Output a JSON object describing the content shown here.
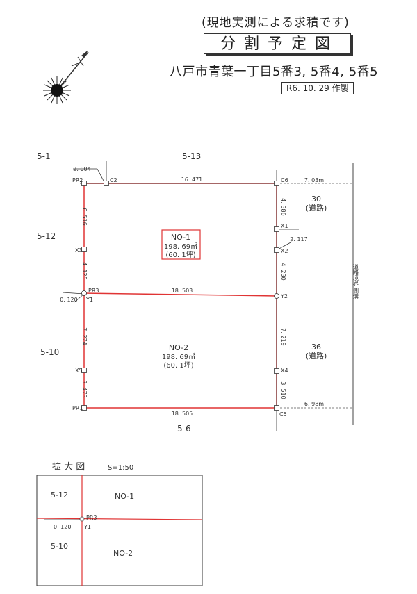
{
  "header": {
    "subtitle": "(現地実測による求積です)",
    "title": "分割予定図",
    "address": "八戸市青葉一丁目5番3, 5番4, 5番5",
    "date": "R6. 10. 29 作製"
  },
  "neighbors": {
    "nw": "5-1",
    "north": "5-13",
    "west_upper": "5-12",
    "west_lower": "5-10",
    "south": "5-6",
    "east_upper_num": "30",
    "east_upper_type": "(道路)",
    "east_lower_num": "36",
    "east_lower_type": "(道路)",
    "road_note": "道路境界 側溝"
  },
  "lots": {
    "no1": {
      "name": "NO-1",
      "area": "198. 69㎡",
      "tsubo": "(60. 1坪)"
    },
    "no2": {
      "name": "NO-2",
      "area": "198. 69㎡",
      "tsubo": "(60. 1坪)"
    }
  },
  "points": {
    "pr1": "PR1",
    "pr2": "PR2",
    "pr3": "PR3",
    "c2": "C2",
    "c5": "C5",
    "c6": "C6",
    "x1": "X1",
    "x2": "X2",
    "x3": "X3",
    "x4": "X4",
    "x5": "X5",
    "y1": "Y1",
    "y2": "Y2"
  },
  "dimensions": {
    "d_2004": "2. 004",
    "top": "16. 471",
    "road_top": "7. 03m",
    "left_upper": "6. 516",
    "left_mid": "4. 125",
    "right_top": "4. 386",
    "d_2117": "2. 117",
    "right_mid": "4. 230",
    "middle": "18. 503",
    "d_0120": "0. 120",
    "left_lower": "7. 274",
    "left_bottom": "3. 473",
    "right_lower": "7. 219",
    "right_bottom": "3. 510",
    "bottom": "18. 505",
    "road_bottom": "6. 98m"
  },
  "enlarged": {
    "title": "拡 大 図",
    "scale": "S=1:50",
    "upper_left": "5-12",
    "upper_right": "NO-1",
    "lower_left": "5-10",
    "lower_right": "NO-2",
    "pr3": "PR3",
    "y1": "Y1",
    "d_0120": "0. 120"
  },
  "colors": {
    "boundary": "#e03434",
    "line": "#333333"
  }
}
